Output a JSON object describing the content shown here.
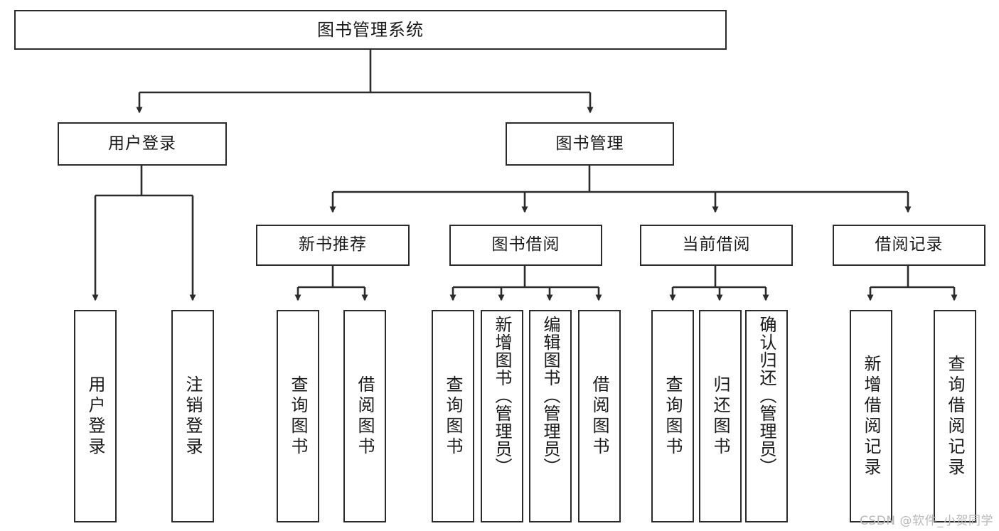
{
  "diagram": {
    "title": "图书管理系统",
    "type": "功能结构图",
    "watermark": "CSDN @软件_小贺同学",
    "colors": {
      "background": "#ffffff",
      "box_border": "#2b2b2b",
      "box_fill": "#ffffff",
      "connector": "#2b2b2b",
      "text": "#1a1a1a",
      "watermark": "#b9b9b9"
    },
    "levels": {
      "root": {
        "id": "root",
        "label": "图书管理系统"
      },
      "level2": [
        {
          "id": "user-login",
          "label": "用户登录"
        },
        {
          "id": "book-manage",
          "label": "图书管理"
        }
      ],
      "level3": [
        {
          "id": "new-book-recommend",
          "label": "新书推荐",
          "parent": "book-manage"
        },
        {
          "id": "book-borrow",
          "label": "图书借阅",
          "parent": "book-manage"
        },
        {
          "id": "current-borrow",
          "label": "当前借阅",
          "parent": "book-manage"
        },
        {
          "id": "borrow-record",
          "label": "借阅记录",
          "parent": "book-manage"
        }
      ],
      "leaves": {
        "user_login": [
          {
            "id": "leaf-user-login",
            "label": "用户登录"
          },
          {
            "id": "leaf-user-logout",
            "label": "注销登录"
          }
        ],
        "new_book_recommend": [
          {
            "id": "leaf-query-book-1",
            "label": "查询图书"
          },
          {
            "id": "leaf-borrow-book-1",
            "label": "借阅图书"
          }
        ],
        "book_borrow": [
          {
            "id": "leaf-query-book-2",
            "label": "查询图书"
          },
          {
            "id": "leaf-add-book",
            "label": "新增图书（管理员）"
          },
          {
            "id": "leaf-edit-book",
            "label": "编辑图书（管理员）"
          },
          {
            "id": "leaf-borrow-book-2",
            "label": "借阅图书"
          }
        ],
        "current_borrow": [
          {
            "id": "leaf-query-book-3",
            "label": "查询图书"
          },
          {
            "id": "leaf-return-book",
            "label": "归还图书"
          },
          {
            "id": "leaf-confirm-return",
            "label": "确认归还（管理员）"
          }
        ],
        "borrow_record": [
          {
            "id": "leaf-add-record",
            "label": "新增借阅记录"
          },
          {
            "id": "leaf-query-record",
            "label": "查询借阅记录"
          }
        ]
      }
    }
  }
}
